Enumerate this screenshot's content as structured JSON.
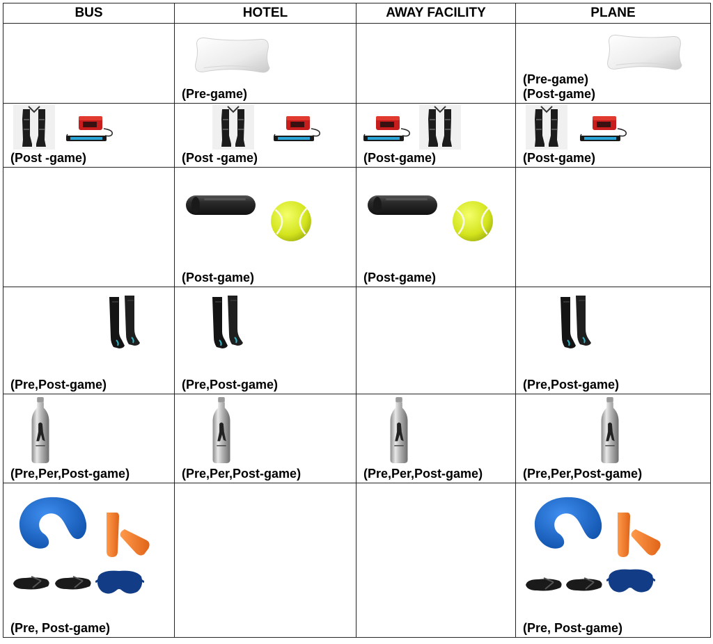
{
  "headers": [
    "BUS",
    "HOTEL",
    "AWAY FACILITY",
    "PLANE"
  ],
  "icons": {
    "pillow": "pillow-icon",
    "compression_boots": "compression-boots-icon",
    "pump": "compression-pump-icon",
    "foam_roller": "foam-roller-icon",
    "ball": "tennis-ball-icon",
    "socks": "compression-socks-icon",
    "bottle": "water-bottle-icon",
    "neck_pillow": "neck-pillow-icon",
    "earplugs": "earplugs-icon",
    "flip_flops": "flip-flops-icon",
    "eye_mask": "eye-mask-icon"
  },
  "rows": [
    {
      "item": "pillow",
      "cells": [
        {
          "label": []
        },
        {
          "label": [
            "(Pre-game)"
          ]
        },
        {
          "label": []
        },
        {
          "label": [
            "(Pre-game)",
            "(Post-game)"
          ]
        }
      ]
    },
    {
      "item": "compression",
      "cells": [
        {
          "label": [
            "(Post -game)"
          ]
        },
        {
          "label": [
            "(Post -game)"
          ]
        },
        {
          "label": [
            "(Post-game)"
          ]
        },
        {
          "label": [
            "(Post-game)"
          ]
        }
      ]
    },
    {
      "item": "roller",
      "cells": [
        {
          "label": []
        },
        {
          "label": [
            "(Post-game)"
          ]
        },
        {
          "label": [
            "(Post-game)"
          ]
        },
        {
          "label": []
        }
      ]
    },
    {
      "item": "socks",
      "cells": [
        {
          "label": [
            "(Pre,Post-game)"
          ]
        },
        {
          "label": [
            "(Pre,Post-game)"
          ]
        },
        {
          "label": []
        },
        {
          "label": [
            "(Pre,Post-game)"
          ]
        }
      ]
    },
    {
      "item": "bottle",
      "cells": [
        {
          "label": [
            "(Pre,Per,Post-game)"
          ]
        },
        {
          "label": [
            "(Pre,Per,Post-game)"
          ]
        },
        {
          "label": [
            "(Pre,Per,Post-game)"
          ]
        },
        {
          "label": [
            "(Pre,Per,Post-game)"
          ]
        }
      ]
    },
    {
      "item": "travel_kit",
      "cells": [
        {
          "label": [
            "(Pre, Post-game)"
          ]
        },
        {
          "label": []
        },
        {
          "label": []
        },
        {
          "label": [
            "(Pre, Post-game)"
          ]
        }
      ]
    }
  ]
}
